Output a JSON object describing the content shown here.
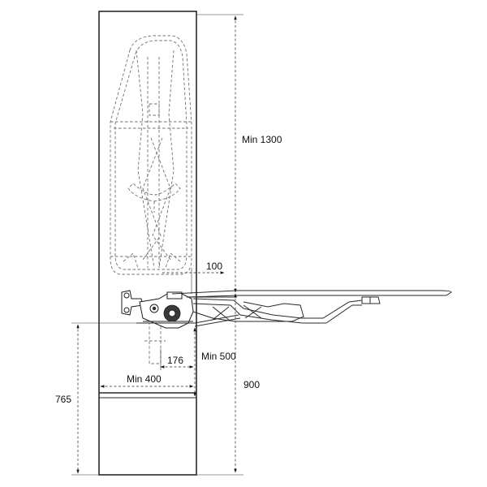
{
  "dimensions": {
    "min_1300": "Min 1300",
    "d_100": "100",
    "min_500": "Min 500",
    "d_176": "176",
    "d_900": "900",
    "min_400": "Min 400",
    "d_765": "765"
  },
  "colors": {
    "line": "#2a2a2a",
    "hidden_line": "#707070",
    "background": "#ffffff"
  }
}
